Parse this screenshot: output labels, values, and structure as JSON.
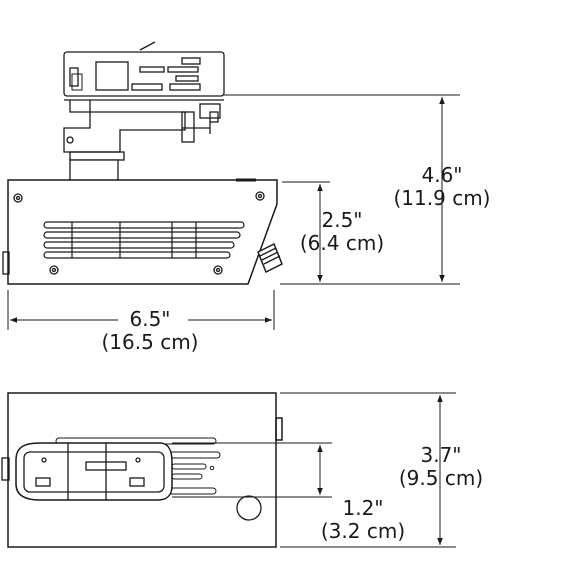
{
  "dimensions": {
    "overall_height": {
      "inches": "4.6\"",
      "cm": "(11.9 cm)"
    },
    "housing_height": {
      "inches": "2.5\"",
      "cm": "(6.4 cm)"
    },
    "housing_length": {
      "inches": "6.5\"",
      "cm": "(16.5 cm)"
    },
    "bottom_depth": {
      "inches": "3.7\"",
      "cm": "(9.5 cm)"
    },
    "adapter_width": {
      "inches": "1.2\"",
      "cm": "(3.2 cm)"
    }
  },
  "colors": {
    "line": "#1a1a1a",
    "fill": "#ffffff"
  }
}
